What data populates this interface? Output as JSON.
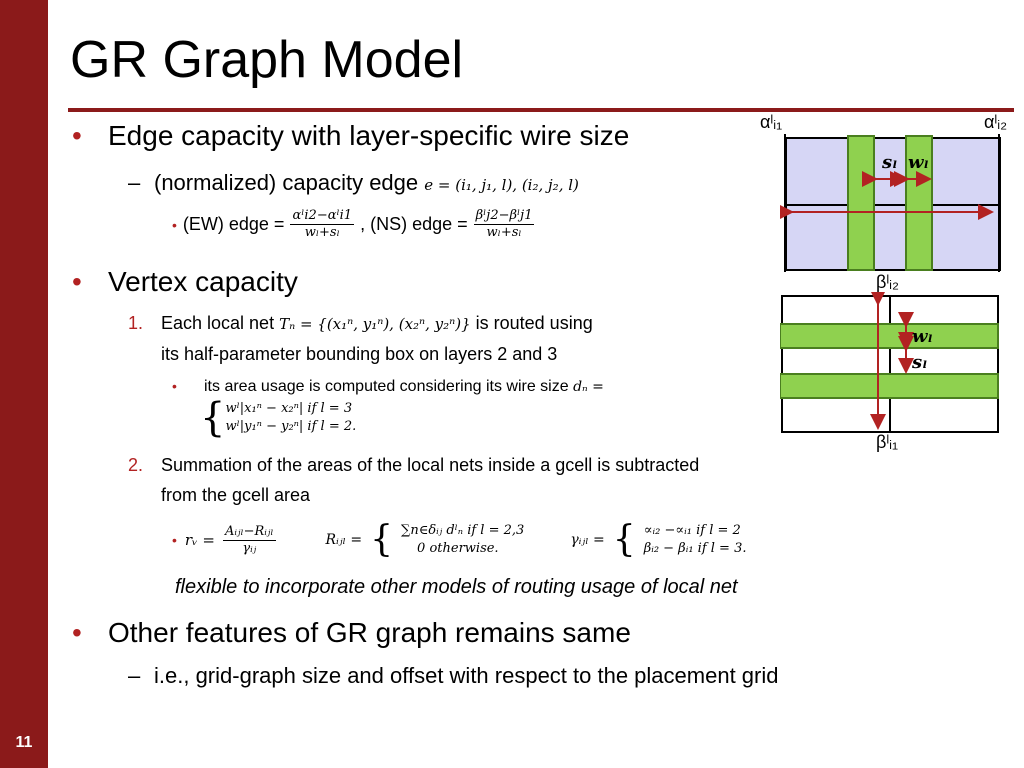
{
  "slide": {
    "title": "GR Graph Model",
    "number": "11"
  },
  "bullets": {
    "b1": "Edge capacity with layer-specific wire size",
    "b1_sub": "(normalized) capacity edge",
    "b1_sub_math": "e = (i₁, j₁, l), (i₂, j₂, l)",
    "ew_label": "(EW) edge =",
    "ew_num": "αˡi2−αˡi1",
    "ew_den": "wₗ+sₗ",
    "ns_label": ", (NS) edge =",
    "ns_num": "βˡj2−βˡj1",
    "ns_den": "wₗ+sₗ",
    "b2": "Vertex capacity",
    "n1_marker": "1.",
    "n1_pre": "Each local net",
    "n1_math": "Tₙ = {(x₁ⁿ, y₁ⁿ), (x₂ⁿ, y₂ⁿ)}",
    "n1_post": "is routed using",
    "n1_line2": "its half-parameter bounding box on layers 2 and 3",
    "n1_sub": "its area usage is computed considering its wire size",
    "n1_sub_math": "dₙ =",
    "case1": "wˡ|x₁ⁿ − x₂ⁿ| if l = 3",
    "case2": "wˡ|y₁ⁿ − y₂ⁿ| if l = 2.",
    "n2_marker": "2.",
    "n2_line1": "Summation of the areas of the local nets inside a gcell is subtracted",
    "n2_line2": "from the gcell area",
    "rv_lhs": "rᵥ =",
    "rv_num": "Aᵢⱼₗ−Rᵢⱼₗ",
    "rv_den": "γᵢⱼ",
    "R_lhs": "Rᵢⱼₗ =",
    "R_case1": "∑n∈δᵢⱼ dˡₙ  if l = 2,3",
    "R_case2": "0  otherwise.",
    "g_lhs": "γᵢⱼₗ =",
    "g_case1": "∝ᵢ₂ −∝ᵢ₁  if l = 2",
    "g_case2": "βᵢ₂ − βᵢ₁ if l = 3.",
    "footnote": "flexible to incorporate other models of routing usage of local net",
    "b3": "Other features of GR graph remains same",
    "b3_sub": "i.e., grid-graph size and offset with respect to the placement grid"
  },
  "diagram": {
    "alpha_i1": "αˡᵢ₁",
    "alpha_i2": "αˡᵢ₂",
    "beta_i2": "βˡᵢ₂",
    "beta_i1": "βˡᵢ₁",
    "s_label": "sₗ",
    "w_label": "wₗ",
    "colors": {
      "box_fill": "#d6d6f5",
      "wire_fill": "#8fd14f",
      "arrow": "#b22222"
    }
  }
}
